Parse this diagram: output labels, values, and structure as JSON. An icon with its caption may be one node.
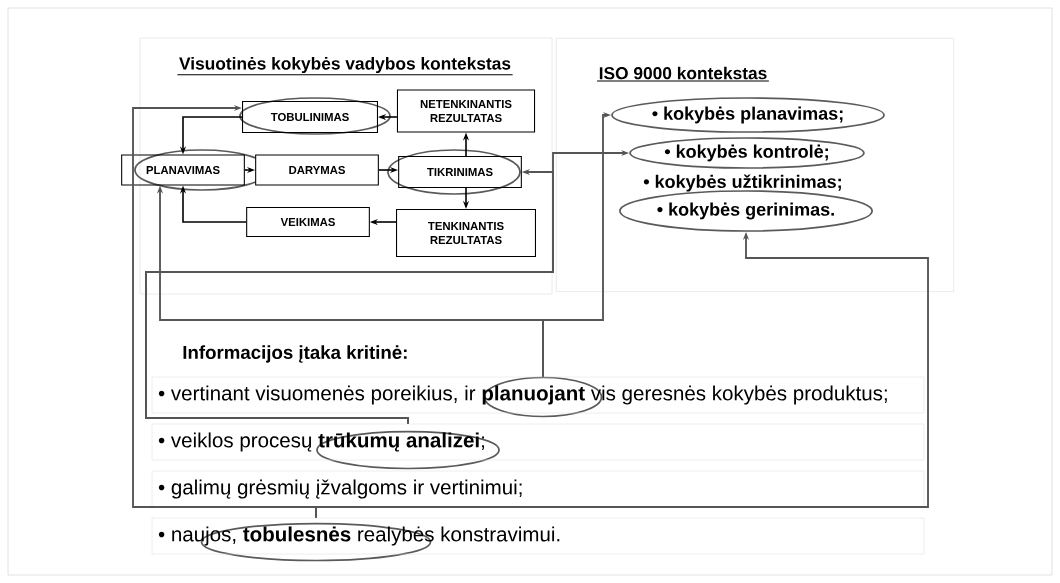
{
  "diagram": {
    "nodes": [
      {
        "text": [
          "Visuotinės kokybės vadybos kontekstas"
        ]
      },
      {
        "text": [
          "TOBULINIMAS"
        ],
        "in": 0
      },
      {
        "text": [
          "NETENKINANTIS REZULTATAS"
        ],
        "in": 0
      },
      {
        "text": [
          "PLANAVIMAS"
        ],
        "in": 0
      },
      {
        "text": [
          "DARYMAS"
        ],
        "in": 0
      },
      {
        "text": [
          "TIKRINIMAS"
        ],
        "in": 0
      },
      {
        "text": [
          "VEIKIMAS"
        ],
        "in": 0
      },
      {
        "text": [
          "TENKINANTIS REZULTATAS"
        ],
        "in": 0
      },
      {
        "text": [
          "ISO 9000 kontekstas"
        ]
      },
      {
        "text": [
          "• kokybės planavimas;"
        ],
        "in": 8
      },
      {
        "text": [
          "• kokybės kontrolė;"
        ],
        "in": 8
      },
      {
        "text": [
          "• kokybės gerinimas."
        ],
        "in": 8
      },
      {
        "text": [
          "• vertinant visuomenės poreikius, ir **planuojant** vis geresnės kokybės produktus;"
        ]
      },
      {
        "text": [
          "• veiklos procesų **trūkumų analizei**;"
        ]
      },
      {
        "text": [
          "• galimų grėsmių įžvalgoms ir vertinimui;"
        ]
      },
      {
        "text": [
          "• naujos, **tobulesnės** realybės konstravimui."
        ]
      }
    ],
    "edges": [
      {
        "from": 2,
        "to": 1,
        "arrow": "to"
      },
      {
        "from": 1,
        "to": 3,
        "arrow": "to"
      },
      {
        "from": 3,
        "to": 4,
        "arrow": "to"
      },
      {
        "from": 4,
        "to": 5,
        "arrow": "to"
      },
      {
        "from": 5,
        "to": 2,
        "arrow": "to"
      },
      {
        "from": 5,
        "to": 7,
        "arrow": "to"
      },
      {
        "from": 7,
        "to": 6,
        "arrow": "to"
      },
      {
        "from": 6,
        "to": 3,
        "arrow": "to"
      },
      {
        "from": 12,
        "to": 3,
        "arrow": "to",
        "color": "#555555"
      },
      {
        "from": 12,
        "to": 9,
        "arrow": "to",
        "color": "#555555"
      },
      {
        "from": 13,
        "to": 5,
        "arrow": "to",
        "color": "#555555"
      },
      {
        "from": 13,
        "to": 10,
        "arrow": "to",
        "color": "#555555"
      },
      {
        "from": 15,
        "to": 1,
        "arrow": "to",
        "color": "#555555"
      },
      {
        "from": 15,
        "to": 11,
        "arrow": "to",
        "color": "#555555"
      }
    ],
    "labels": [
      "• kokybės užtikrinimas;",
      "Informacijos įtaka kritinė:"
    ]
  }
}
